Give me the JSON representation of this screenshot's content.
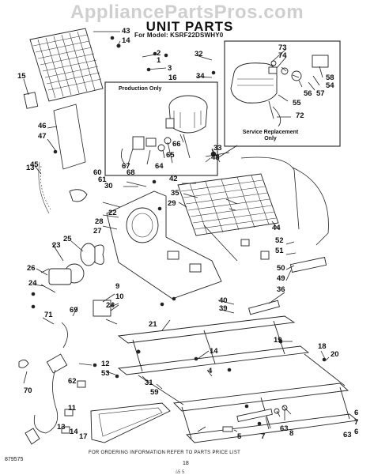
{
  "watermark": "AppliancePartsPros.com",
  "title": "UNIT PARTS",
  "model_label": "For Model:",
  "model_number": "KSRF22DSWHY0",
  "production_only_label": "Production Only",
  "service_replacement_line1": "Service Replacement",
  "service_replacement_line2": "Only",
  "footer_note": "FOR ORDERING INFORMATION REFER TO PARTS PRICE LIST",
  "page_number": "18",
  "document_number": "879575",
  "bottom_mark": "ﾑ5 5",
  "callouts": [
    "43",
    "14",
    "2",
    "1",
    "3",
    "16",
    "34",
    "32",
    "15",
    "46",
    "47",
    "45",
    "13",
    "33",
    "48",
    "42",
    "35",
    "29",
    "60",
    "61",
    "30",
    "22",
    "28",
    "27",
    "25",
    "23",
    "26",
    "24",
    "44",
    "52",
    "51",
    "50",
    "49",
    "36",
    "9",
    "10",
    "24",
    "40",
    "39",
    "21",
    "71",
    "69",
    "19",
    "14",
    "4",
    "12",
    "53",
    "31",
    "59",
    "18",
    "20",
    "70",
    "62",
    "11",
    "13",
    "14",
    "17",
    "6",
    "7",
    "63",
    "8",
    "7",
    "5",
    "6",
    "63",
    "73",
    "74",
    "58",
    "54",
    "57",
    "56",
    "55",
    "72",
    "64",
    "65",
    "66",
    "67",
    "68"
  ]
}
